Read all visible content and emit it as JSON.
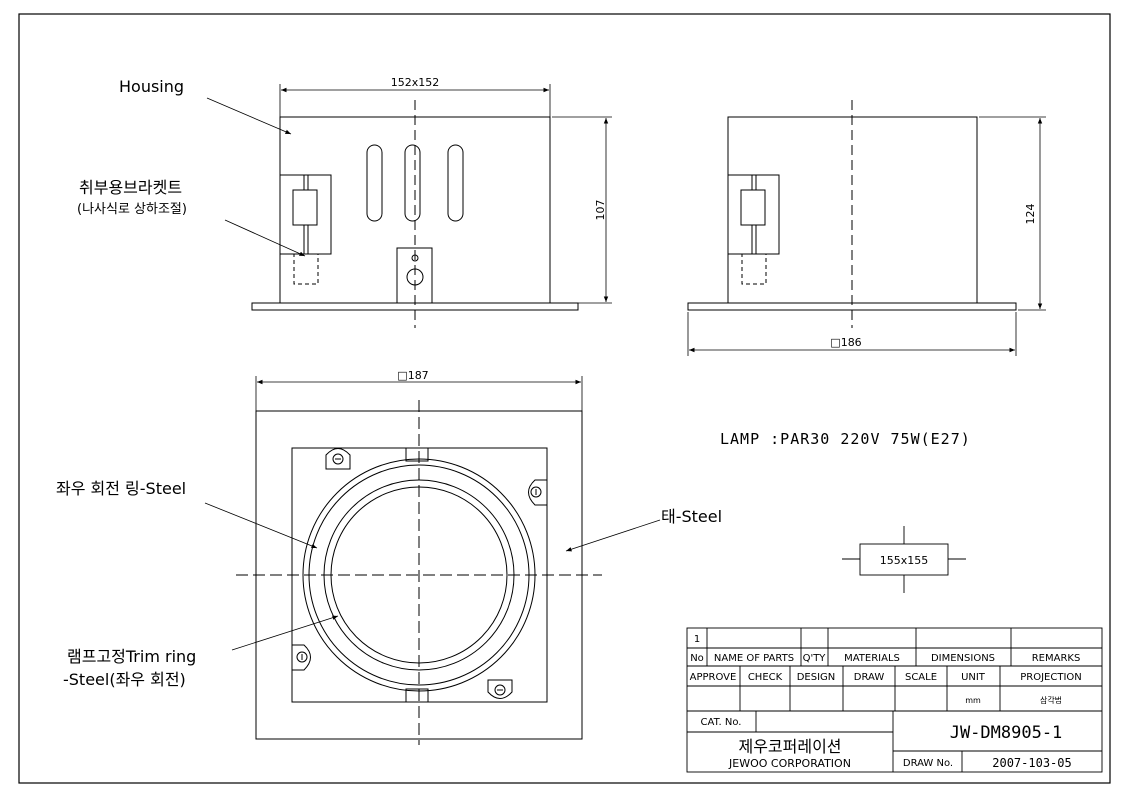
{
  "labels": {
    "housing": "Housing",
    "bracket_line1": "취부용브라켓트",
    "bracket_line2": "(나사식로 상하조절)",
    "rotate_ring": "좌우 회전 링-Steel",
    "frame_steel": "태-Steel",
    "trim_line1": "램프고정Trim ring",
    "trim_line2": "-Steel(좌우 회전)",
    "lamp": "LAMP :PAR30 220V 75W(E27)"
  },
  "dimensions": {
    "front_width": "152x152",
    "front_height": "107",
    "side_height": "124",
    "side_width": "□186",
    "top_width": "□187",
    "cutout": "155x155"
  },
  "title_block": {
    "item_no": "1",
    "headers": [
      "No",
      "NAME OF PARTS",
      "Q'TY",
      "MATERIALS",
      "DIMENSIONS",
      "REMARKS"
    ],
    "approvals": [
      "APPROVE",
      "CHECK",
      "DESIGN",
      "DRAW",
      "SCALE",
      "UNIT",
      "PROJECTION"
    ],
    "unit_value": "mm",
    "projection_value": "삼각법",
    "cat_no_label": "CAT. No.",
    "drawing_no": "JW-DM8905-1",
    "company_kr": "제우코퍼레이션",
    "company_en": "JEWOO CORPORATION",
    "draw_no_label": "DRAW No.",
    "draw_no_value": "2007-103-05"
  },
  "colors": {
    "line": "#000000",
    "background": "#ffffff"
  }
}
